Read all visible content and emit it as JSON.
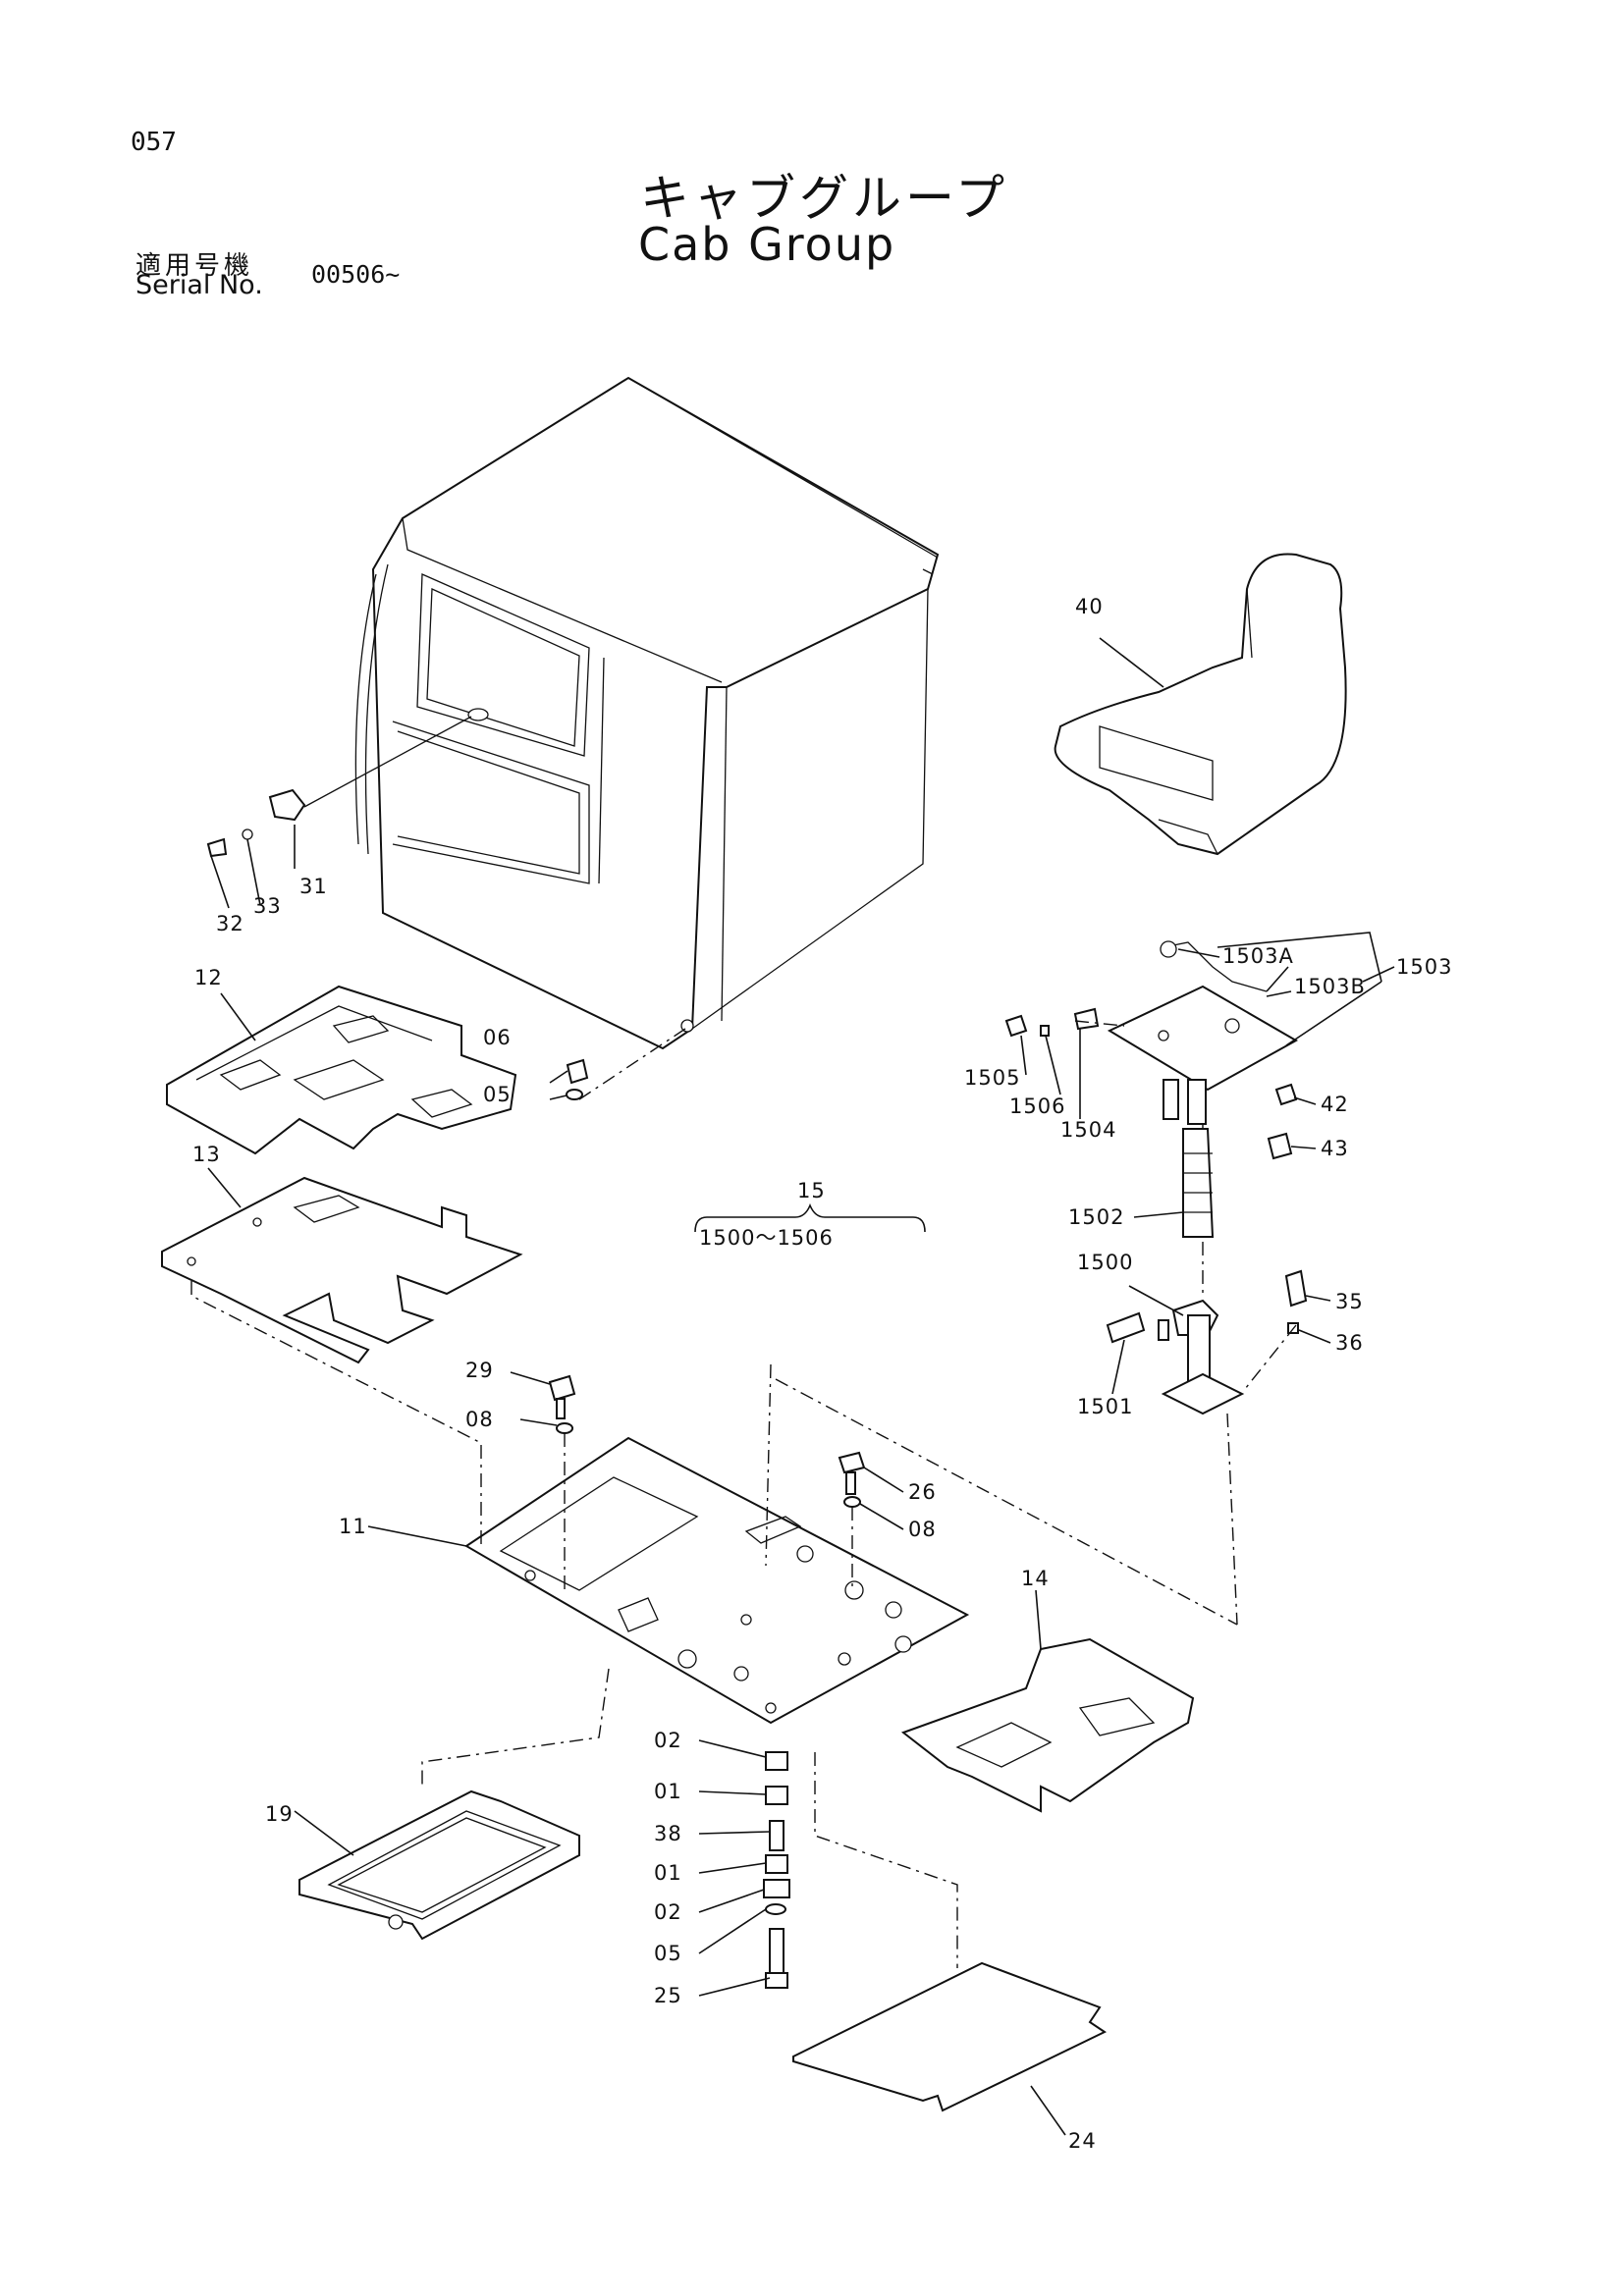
{
  "page_number": "057",
  "title": {
    "jp": "キャブグループ",
    "en": "Cab Group"
  },
  "serial": {
    "label_jp": "適用号機",
    "label_en": "Serial No.",
    "value": "00506~"
  },
  "group_bracket": {
    "label": "15",
    "range": "1500～1506"
  },
  "callouts": [
    {
      "id": "c40",
      "text": "40"
    },
    {
      "id": "c31",
      "text": "31"
    },
    {
      "id": "c32",
      "text": "32"
    },
    {
      "id": "c33",
      "text": "33"
    },
    {
      "id": "c12",
      "text": "12"
    },
    {
      "id": "c06",
      "text": "06"
    },
    {
      "id": "c05a",
      "text": "05"
    },
    {
      "id": "c13",
      "text": "13"
    },
    {
      "id": "c1503A",
      "text": "1503A"
    },
    {
      "id": "c1503",
      "text": "1503"
    },
    {
      "id": "c1503B",
      "text": "1503B"
    },
    {
      "id": "c1505",
      "text": "1505"
    },
    {
      "id": "c1506",
      "text": "1506"
    },
    {
      "id": "c1504",
      "text": "1504"
    },
    {
      "id": "c42",
      "text": "42"
    },
    {
      "id": "c43",
      "text": "43"
    },
    {
      "id": "c1502",
      "text": "1502"
    },
    {
      "id": "c1500",
      "text": "1500"
    },
    {
      "id": "c35",
      "text": "35"
    },
    {
      "id": "c36",
      "text": "36"
    },
    {
      "id": "c1501",
      "text": "1501"
    },
    {
      "id": "c29",
      "text": "29"
    },
    {
      "id": "c08a",
      "text": "08"
    },
    {
      "id": "c26",
      "text": "26"
    },
    {
      "id": "c08b",
      "text": "08"
    },
    {
      "id": "c11",
      "text": "11"
    },
    {
      "id": "c14",
      "text": "14"
    },
    {
      "id": "c02a",
      "text": "02"
    },
    {
      "id": "c01a",
      "text": "01"
    },
    {
      "id": "c38",
      "text": "38"
    },
    {
      "id": "c01b",
      "text": "01"
    },
    {
      "id": "c02b",
      "text": "02"
    },
    {
      "id": "c05b",
      "text": "05"
    },
    {
      "id": "c25",
      "text": "25"
    },
    {
      "id": "c19",
      "text": "19"
    },
    {
      "id": "c24",
      "text": "24"
    }
  ]
}
